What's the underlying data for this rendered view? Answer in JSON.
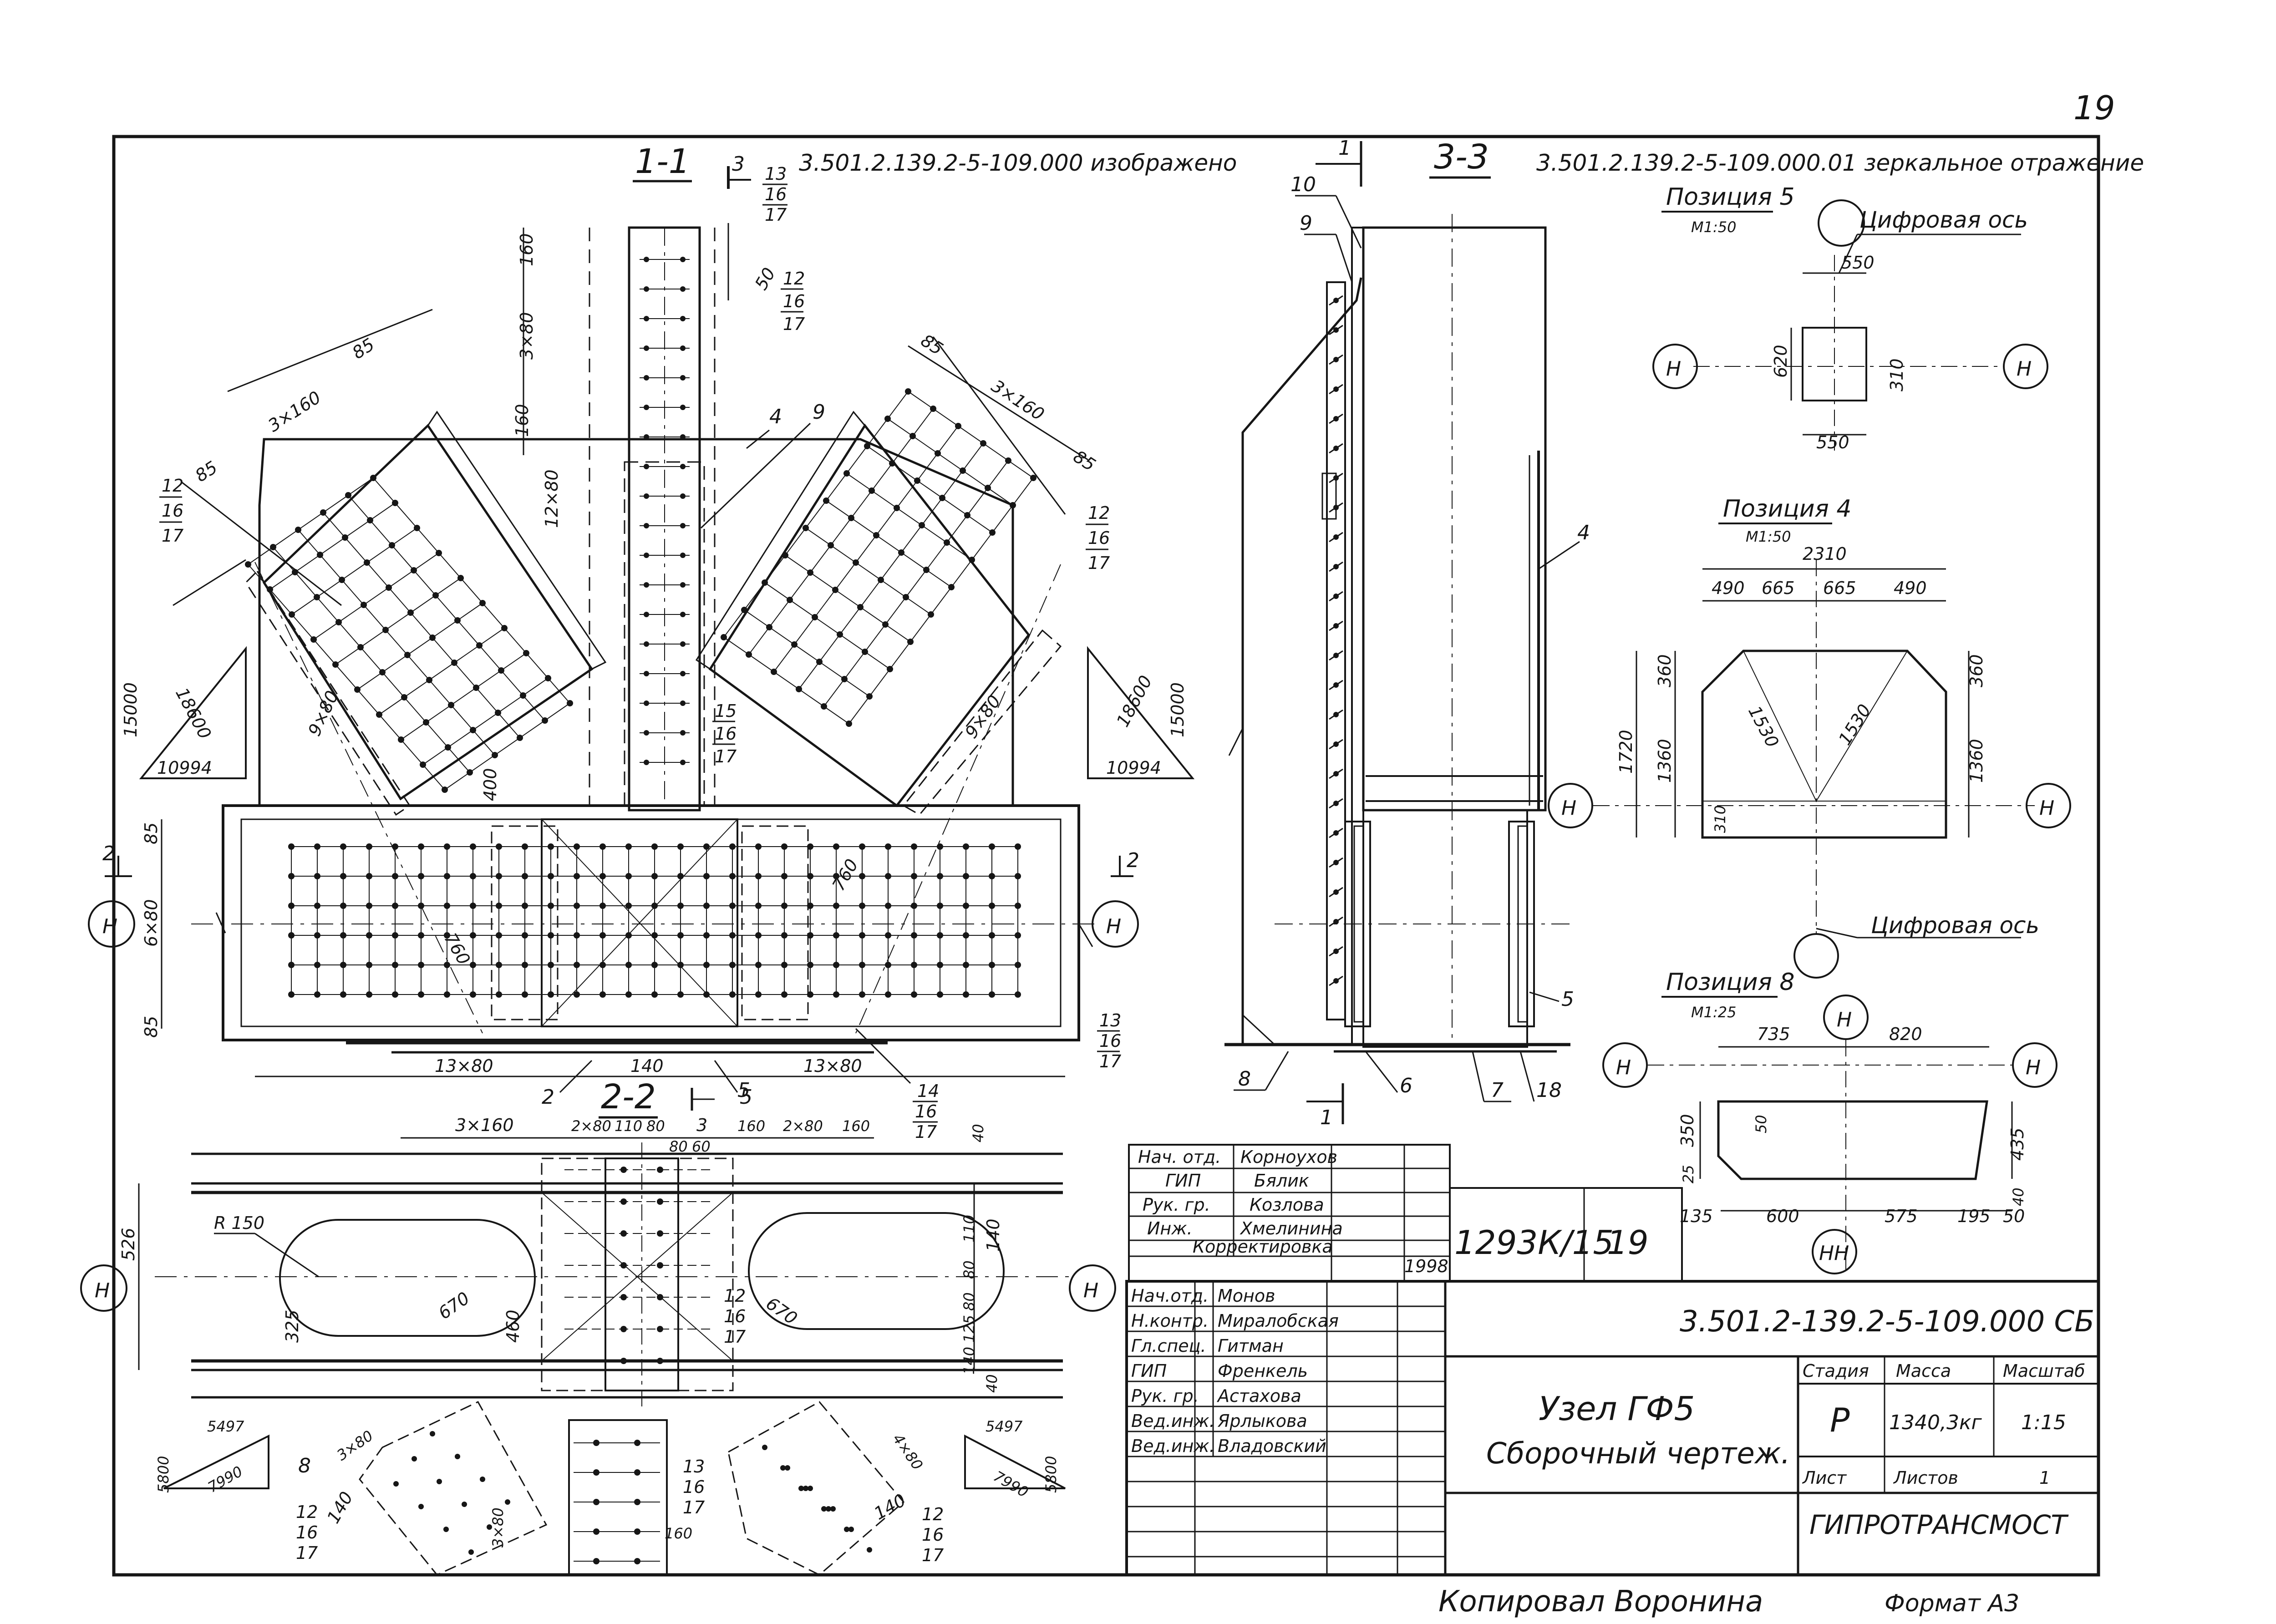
{
  "sheet": {
    "page_number": "19",
    "format": "Формат А3",
    "copied_by": "Копировал Воронина"
  },
  "section_1_1": {
    "label": "1-1",
    "note": "3.501.2.139.2-5-109.000 изображено",
    "cut_mark": "3",
    "dims": [
      "160",
      "3×80",
      "160",
      "12×80",
      "3×160",
      "85",
      "85",
      "3×160",
      "85",
      "85",
      "50",
      "9×80",
      "9×80",
      "400",
      "6×80",
      "85",
      "85",
      "13×80",
      "140",
      "13×80",
      "760",
      "760"
    ],
    "leaders": [
      "4",
      "9",
      "2",
      "5",
      "14"
    ],
    "stacks": [
      [
        "13",
        "16",
        "17"
      ],
      [
        "12",
        "16",
        "17"
      ],
      [
        "12",
        "16",
        "17"
      ],
      [
        "12",
        "16",
        "17"
      ],
      [
        "15",
        "16",
        "17"
      ],
      [
        "13",
        "16",
        "17"
      ],
      [
        "14",
        "16",
        "17"
      ]
    ],
    "slope_left": {
      "h": "15000",
      "d": "18600",
      "w": "10994"
    },
    "slope_right": {
      "h": "15000",
      "d": "18600",
      "w": "10994"
    },
    "axis": "Н",
    "cut_2": "2"
  },
  "section_3_3": {
    "label": "3-3",
    "note": "3.501.2.139.2-5-109.000.01 зеркальное отражение",
    "cut_mark": "1",
    "leaders": [
      "10",
      "9",
      "4",
      "5",
      "8",
      "6",
      "7",
      "18"
    ]
  },
  "position_5": {
    "title": "Позиция 5",
    "scale": "М1:50",
    "axis_note": "Цифровая ось",
    "dims": [
      "550",
      "620",
      "310",
      "550"
    ],
    "axis": "Н"
  },
  "position_4": {
    "title": "Позиция 4",
    "scale": "М1:50",
    "dims": [
      "2310",
      "490",
      "665",
      "665",
      "490",
      "360",
      "1720",
      "1360",
      "1530",
      "1530",
      "360",
      "1360",
      "310"
    ],
    "axis": "Н",
    "axis_note": "Цифровая ось"
  },
  "position_8": {
    "title": "Позиция 8",
    "scale": "М1:25",
    "dims": [
      "735",
      "820",
      "350",
      "50",
      "435",
      "25",
      "40",
      "135",
      "600",
      "575",
      "195",
      "50"
    ],
    "axis": "Н",
    "axis_bottom": "НН"
  },
  "section_2_2": {
    "label": "2-2",
    "top_dims": [
      "3×160",
      "2×80",
      "110",
      "80",
      "3",
      "160",
      "2×80",
      "160",
      "80",
      "60",
      "40"
    ],
    "side_dims": [
      "526",
      "140",
      "110",
      "80",
      "80",
      "125",
      "140",
      "40"
    ],
    "labels": [
      "R 150",
      "670",
      "325",
      "460",
      "670",
      "5497",
      "5800",
      "7990",
      "5497",
      "5800",
      "7990",
      "3×80",
      "140",
      "3×80",
      "4×80",
      "140",
      "160"
    ],
    "leaders": [
      "8",
      "5"
    ],
    "stacks": [
      [
        "12",
        "16",
        "17"
      ],
      [
        "13",
        "16",
        "17"
      ],
      [
        "12",
        "16",
        "17"
      ],
      [
        "12",
        "16",
        "17"
      ]
    ],
    "axis": "Н"
  },
  "approval_table": {
    "rows": [
      {
        "role": "Нач. отд.",
        "name": "Корноухов"
      },
      {
        "role": "ГИП",
        "name": "Бялик"
      },
      {
        "role": "Рук. гр.",
        "name": "Козлова"
      },
      {
        "role": "Инж.",
        "name": "Хмелинина"
      }
    ],
    "correction_label": "Корректировка",
    "correction_year": "1998",
    "order_no": "1293К/15",
    "sheet_no": "19"
  },
  "title_block": {
    "doc_code": "3.501.2-139.2-5-109.000 СБ",
    "title": "Узел ГФ5",
    "subtitle": "Сборочный чертеж.",
    "headers": {
      "stage": "Стадия",
      "mass": "Масса",
      "scale": "Масштаб"
    },
    "values": {
      "stage": "Р",
      "mass": "1340,3кг",
      "scale": "1:15"
    },
    "sheet_label": "Лист",
    "sheets_label": "Листов",
    "sheets_count": "1",
    "organization": "ГИПРОТРАНСМОСТ",
    "rows": [
      {
        "role": "Нач.отд.",
        "name": "Монов"
      },
      {
        "role": "Н.контр.",
        "name": "Миралобская"
      },
      {
        "role": "Гл.спец.",
        "name": "Гитман"
      },
      {
        "role": "ГИП",
        "name": "Френкель"
      },
      {
        "role": "Рук. гр.",
        "name": "Астахова"
      },
      {
        "role": "Вед.инж.",
        "name": "Ярлыкова"
      },
      {
        "role": "Вед.инж.",
        "name": "Владовский"
      }
    ]
  }
}
